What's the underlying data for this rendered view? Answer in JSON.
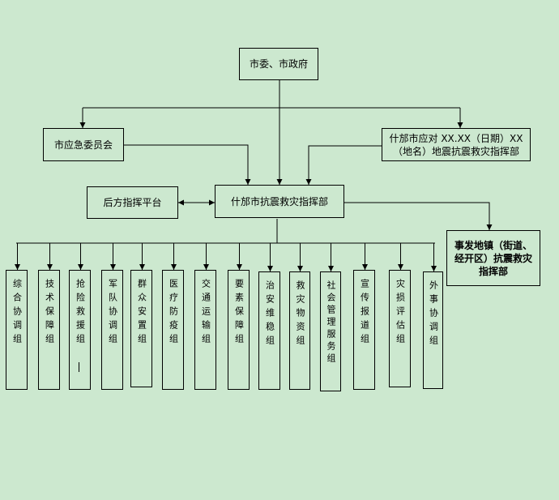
{
  "diagram": {
    "top": "市委、市政府",
    "left_committee": "市应急委员会",
    "right_hq": "什邡市应对 XX.XX（日期）XX（地名）地震抗震救灾指挥部",
    "center": "什邡市抗震救灾指挥部",
    "rear_platform": "后方指挥平台",
    "town_hq": "事发地镇（街道、经开区）抗震救灾指挥部",
    "groups": [
      "综合协调组",
      "技术保障组",
      "抢险救援组",
      "军队协调组",
      "群众安置组",
      "医疗防疫组",
      "交通运输组",
      "要素保障组",
      "治安维稳组",
      "救灾物资组",
      "社会管理服务组",
      "宣传报道组",
      "灾损评估组",
      "外事协调组"
    ]
  }
}
